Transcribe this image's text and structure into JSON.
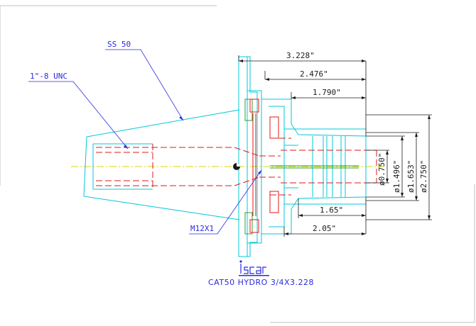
{
  "drawing": {
    "callouts": {
      "taper": "SS 50",
      "thread": "1\"-8 UNC",
      "screw": "M12X1"
    },
    "dimensions": {
      "overall_length": "3.228\"",
      "bore_length": "2.476\"",
      "body_length": "1.790\"",
      "clamp_length": "1.65\"",
      "shank_length": "2.05\"",
      "d_bore": "ø0.750\"",
      "d_inner": "ø1.496\"",
      "d_mid": "ø1.653\"",
      "d_outer": "ø2.750\""
    },
    "logo_text": "iscar",
    "caption": "CAT50 HYDRO 3/4X3.228"
  },
  "colors": {
    "cyan": "#00c8d8",
    "red": "#e01818",
    "blue": "#2a2ae0",
    "green": "#2aa02a",
    "yellow": "#d8d800",
    "black": "#1a1a1a"
  }
}
